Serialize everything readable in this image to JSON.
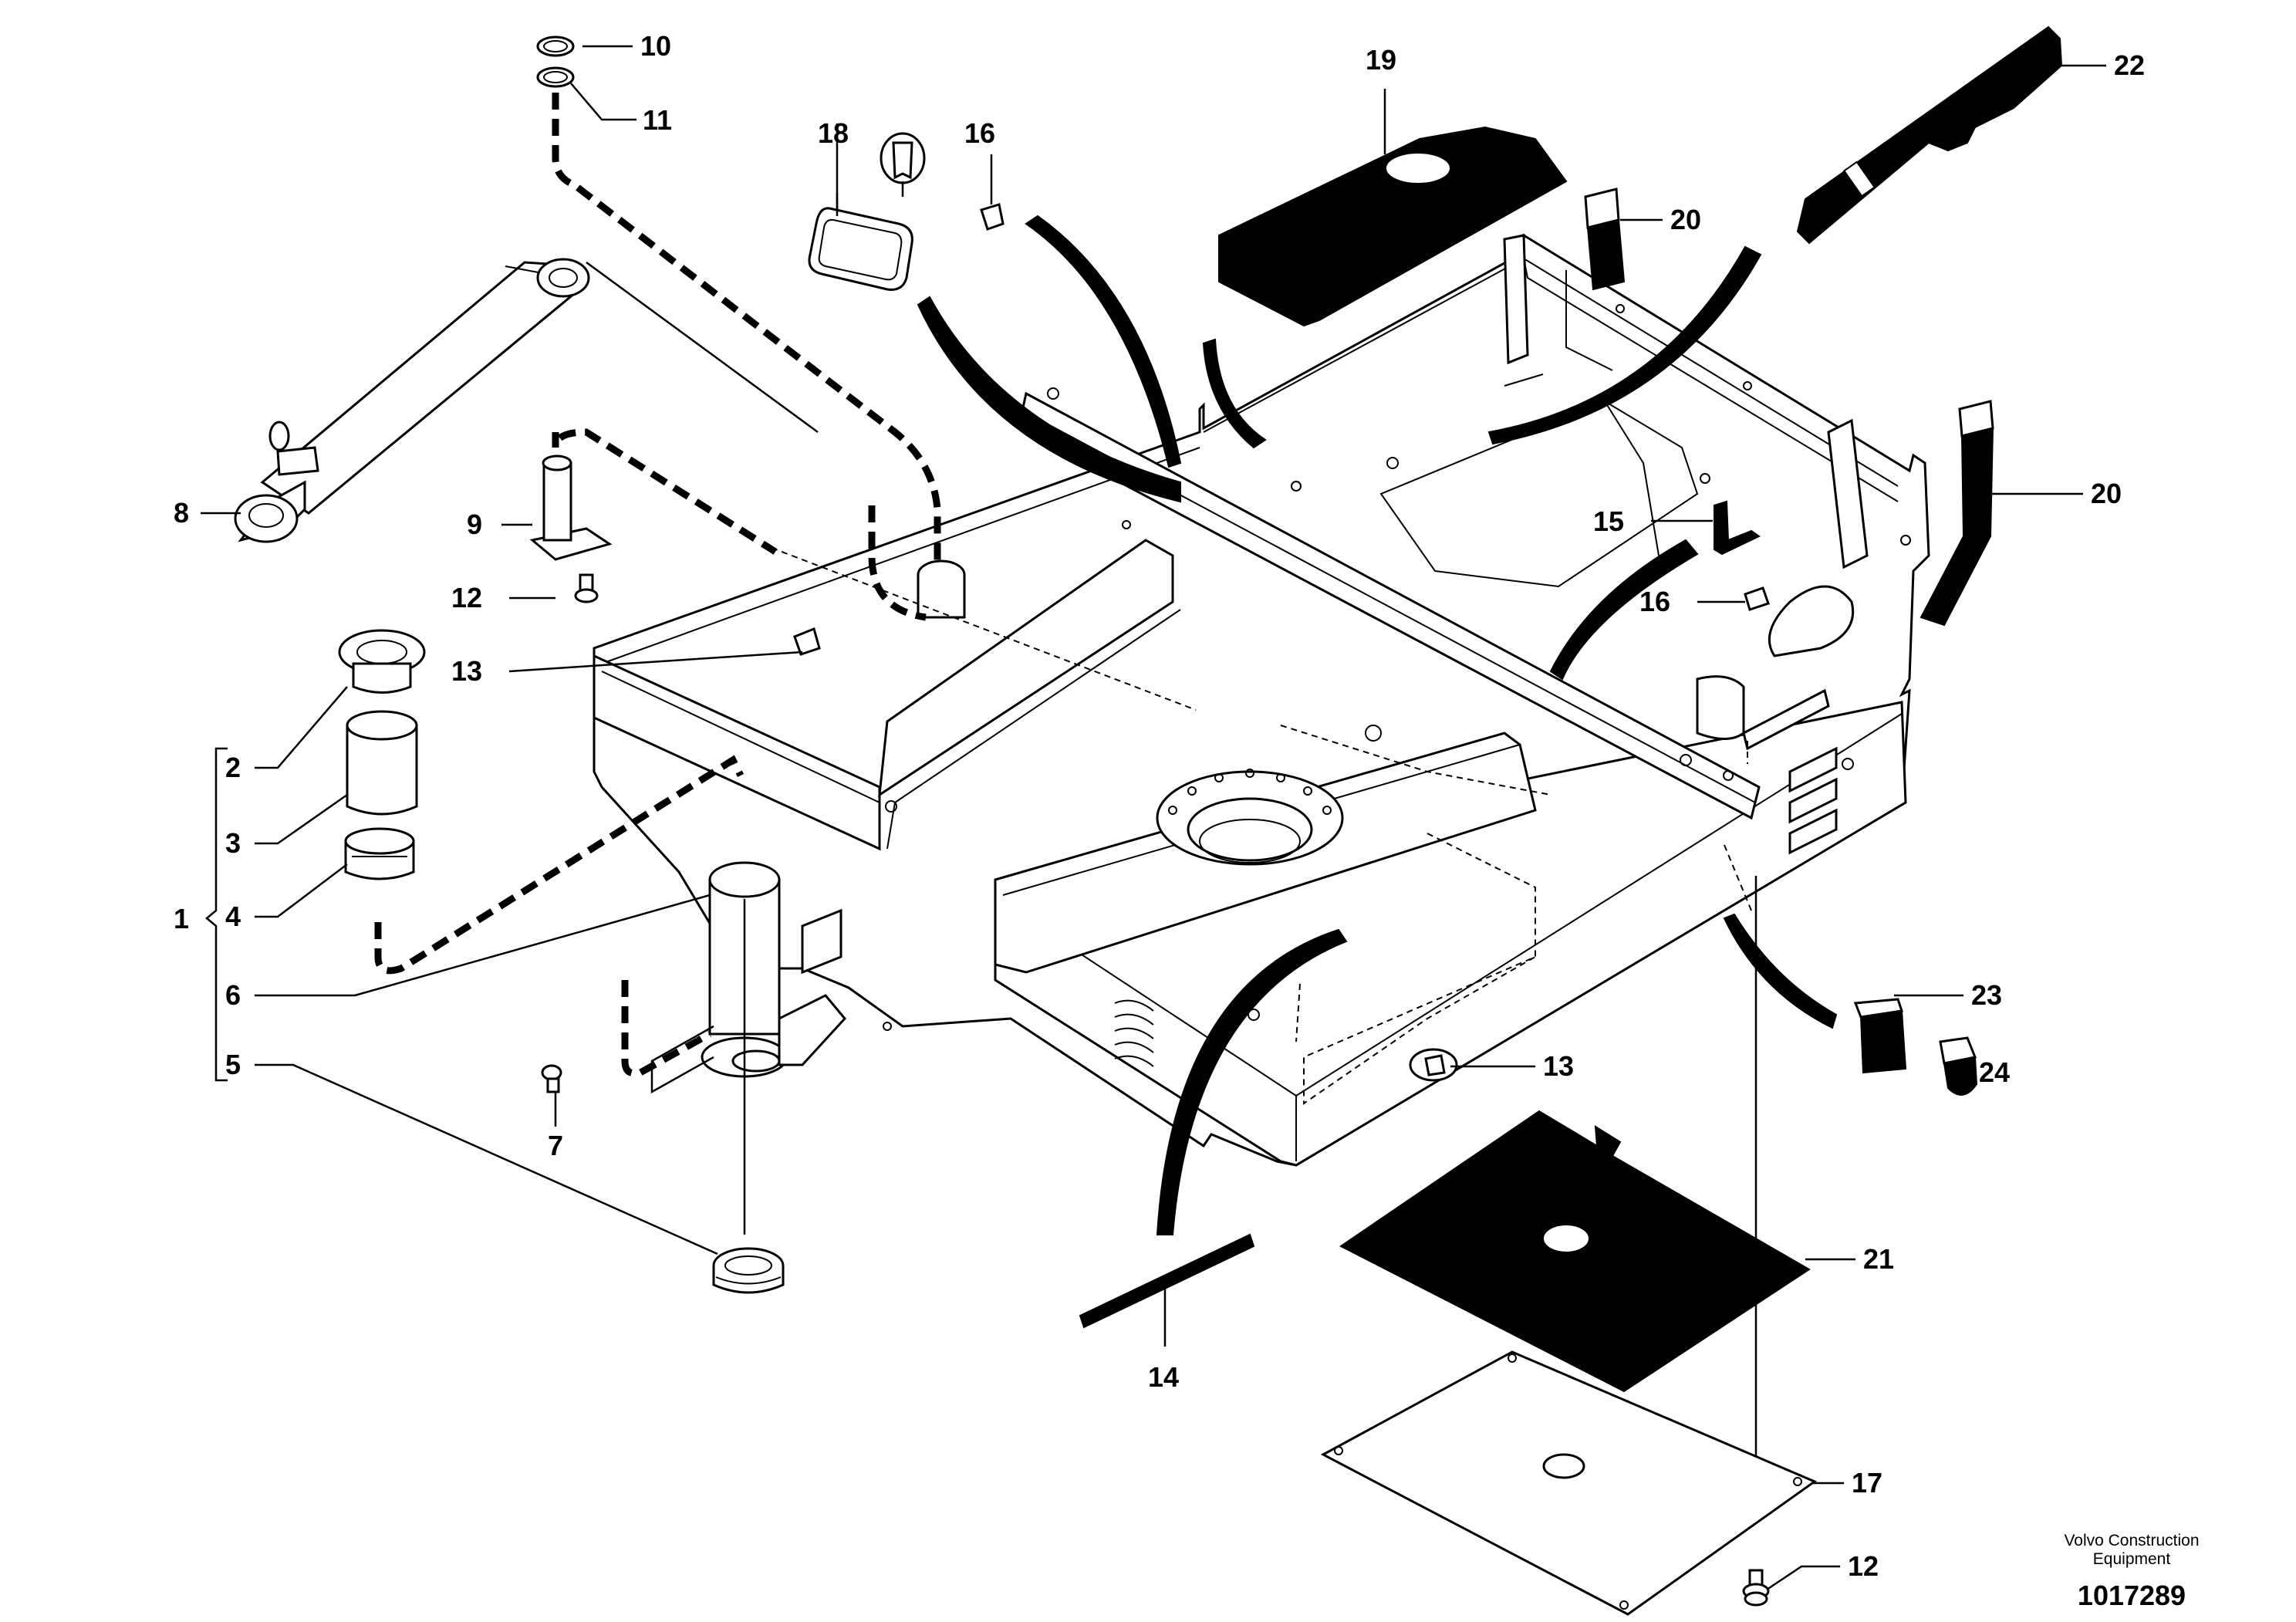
{
  "credit": {
    "line1": "Volvo Construction",
    "line2": "Equipment"
  },
  "figure_number": "1017289",
  "callouts": {
    "c1": "1",
    "c2": "2",
    "c3": "3",
    "c4": "4",
    "c5": "5",
    "c6": "6",
    "c7": "7",
    "c8": "8",
    "c9": "9",
    "c10": "10",
    "c11": "11",
    "c12a": "12",
    "c12b": "12",
    "c13a": "13",
    "c13b": "13",
    "c14": "14",
    "c15": "15",
    "c16a": "16",
    "c16b": "16",
    "c17": "17",
    "c18": "18",
    "c19": "19",
    "c20a": "20",
    "c20b": "20",
    "c21": "21",
    "c22": "22",
    "c23": "23",
    "c24": "24"
  }
}
